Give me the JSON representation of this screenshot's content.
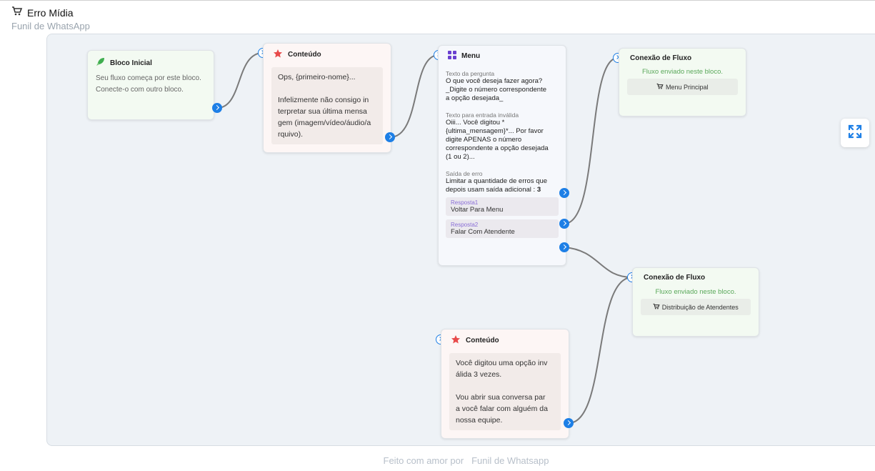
{
  "header": {
    "title": "Erro Mídia",
    "subtitle": "Funil de WhatsApp",
    "icon": "cart-icon"
  },
  "nodes": {
    "start": {
      "title": "Bloco Inicial",
      "icon": "rocket-icon",
      "line1": "Seu fluxo começa por este bloco.",
      "line2": "Conecte-o com outro bloco."
    },
    "content1": {
      "title": "Conteúdo",
      "icon": "star-icon",
      "line1": "Ops, {primeiro-nome}...",
      "line2": "Infelizmente não consigo in",
      "line3": "terpretar sua última mensa",
      "line4": "gem (imagem/vídeo/áudio/a",
      "line5": "rquivo)."
    },
    "menu": {
      "title": "Menu",
      "icon": "grid-icon",
      "question_label": "Texto da pergunta",
      "question_l1": "O que você deseja fazer agora?",
      "question_l2": "_Digite o número correspondente",
      "question_l3": "a opção desejada_",
      "invalid_label": "Texto para entrada inválida",
      "invalid_l1": "Oiii... Você digitou *",
      "invalid_l2": "{ultima_mensagem}*... Por favor",
      "invalid_l3": "digite APENAS o número",
      "invalid_l4": "correspondente a opção desejada",
      "invalid_l5": "(1 ou 2)...",
      "error_label": "Saída de erro",
      "error_l1": "Limitar a quantidade de erros que",
      "error_l2": "depois usam saída adicional :",
      "error_count": "3",
      "responses": [
        {
          "label": "Resposta1",
          "value": "Voltar Para Menu"
        },
        {
          "label": "Resposta2",
          "value": "Falar Com Atendente"
        }
      ]
    },
    "flow1": {
      "title": "Conexão de Fluxo",
      "note": "Fluxo enviado neste bloco.",
      "button": "Menu Principal"
    },
    "flow2": {
      "title": "Conexão de Fluxo",
      "note": "Fluxo enviado neste bloco.",
      "button": "Distribuição de Atendentes"
    },
    "content2": {
      "title": "Conteúdo",
      "icon": "star-icon",
      "line1": "Você digitou uma opção inv",
      "line2": "álida 3 vezes.",
      "line3": "Vou abrir sua conversa par",
      "line4": "a você falar com alguém da",
      "line5": "nossa equipe."
    }
  },
  "controls": {
    "expand_icon": "expand-icon"
  },
  "footer": {
    "prefix": "Feito com amor por",
    "brand": "Funil de Whatsapp"
  },
  "colors": {
    "accent": "#1d7fe6",
    "canvas_bg": "#eef2f6",
    "flow_note": "#5aa85a",
    "response_label": "#8a6ed6",
    "star": "#e84a4a"
  }
}
